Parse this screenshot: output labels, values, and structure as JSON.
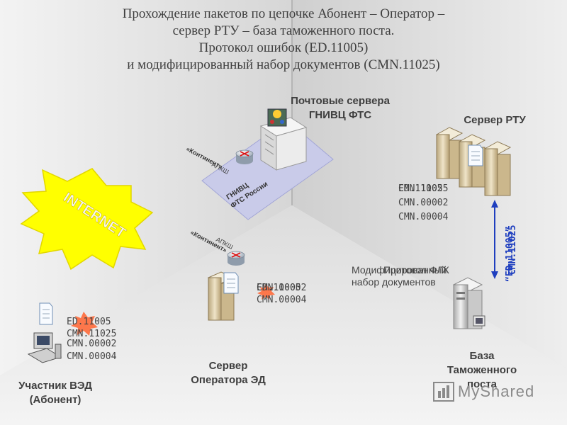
{
  "title_lines": [
    "Прохождение пакетов по цепочке Абонент – Оператор –",
    "сервер РТУ – база таможенного поста.",
    "Протокол ошибок (ED.11005)",
    "и модифицированный набор документов (CMN.11025)"
  ],
  "internet_label": "INTERNET",
  "nodes": {
    "post_servers": [
      "Почтовые сервера",
      "ГНИВЦ ФТС"
    ],
    "rtu_server": "Сервер РТУ",
    "participant": [
      "Участник ВЭД",
      "(Абонент)"
    ],
    "operator_server": [
      "Сервер",
      "Оператора ЭД"
    ],
    "customs_db": [
      "База",
      "Таможенного",
      "поста"
    ]
  },
  "zone_labels": {
    "gnivc": [
      "ГНИВЦ",
      "ФТС России"
    ],
    "apksh_1": "АПКШ",
    "kontinent_1": "«Континент»",
    "apksh_2": "АПКШ",
    "kontinent_2": "«Континент»"
  },
  "doc_codes": {
    "rtu": [
      "ED.11005",
      "CMN.11025",
      "CMN.00002",
      "CMN.00004"
    ],
    "operator": [
      "ED.11005",
      "CMN.00002",
      "CMN.00004"
    ],
    "participant": [
      "ED.11005",
      "CMN.11025",
      "CMN.00002",
      "CMN.00004"
    ]
  },
  "customs_note": {
    "line1a": "Модифицированный",
    "line1b": "Протокол ФЛК",
    "line2": "набор документов"
  },
  "vertical_codes": [
    "“ED.11005”",
    "CMN.11025"
  ],
  "watermark": "MyShared"
}
